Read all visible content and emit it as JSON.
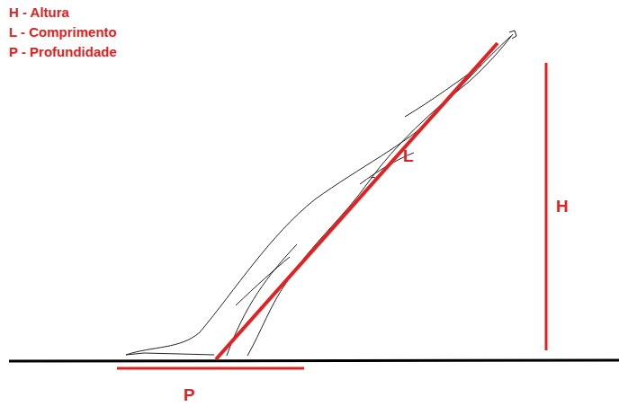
{
  "diagram": {
    "labels": [
      "H - Altura",
      "L - Comprimento",
      "P - Profundidade",
      "L",
      "H",
      "P"
    ]
  }
}
